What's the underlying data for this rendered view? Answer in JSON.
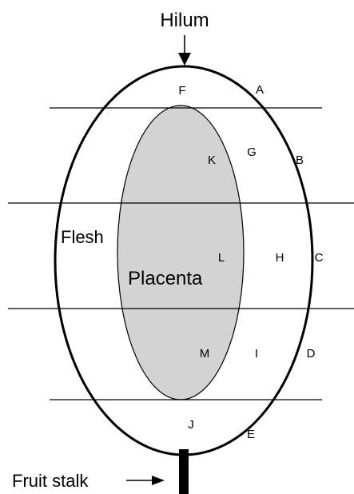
{
  "labels": {
    "hilum": "Hilum",
    "fruit_stalk": "Fruit stalk",
    "flesh": "Flesh",
    "placenta": "Placenta"
  },
  "regions": {
    "A": "A",
    "B": "B",
    "C": "C",
    "D": "D",
    "E": "E",
    "F": "F",
    "G": "G",
    "H": "H",
    "I": "I",
    "J": "J",
    "K": "K",
    "L": "L",
    "M": "M"
  },
  "colors": {
    "placenta_fill": "#d3d3d3",
    "stroke": "#000000",
    "background": "#ffffff"
  }
}
